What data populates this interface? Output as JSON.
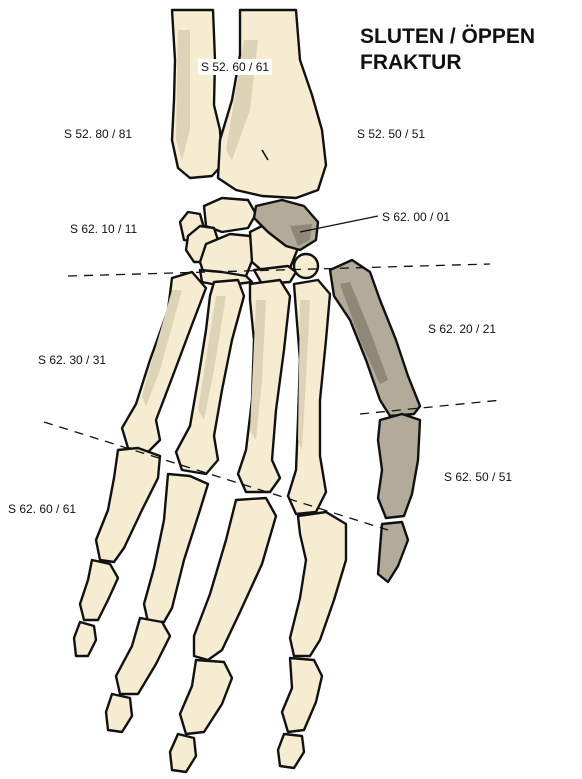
{
  "title": {
    "line1": "SLUTEN / ÖPPEN",
    "line2": "FRAKTUR"
  },
  "labels": {
    "radius_shaft": "S 52. 60 / 61",
    "ulna_distal": "S 52. 80 / 81",
    "radius_distal": "S 52. 50 / 51",
    "carpals": "S 62. 10 / 11",
    "scaphoid": "S 62. 00 / 01",
    "metacarpal_thumb": "S 62. 20 / 21",
    "metacarpals": "S 62. 30 / 31",
    "thumb_phalanges": "S 62. 50 / 51",
    "finger_phalanges": "S 62. 60 / 61"
  },
  "colors": {
    "bone": "#f5ecd1",
    "highlight": "#b3ab9a",
    "outline": "#111111"
  }
}
